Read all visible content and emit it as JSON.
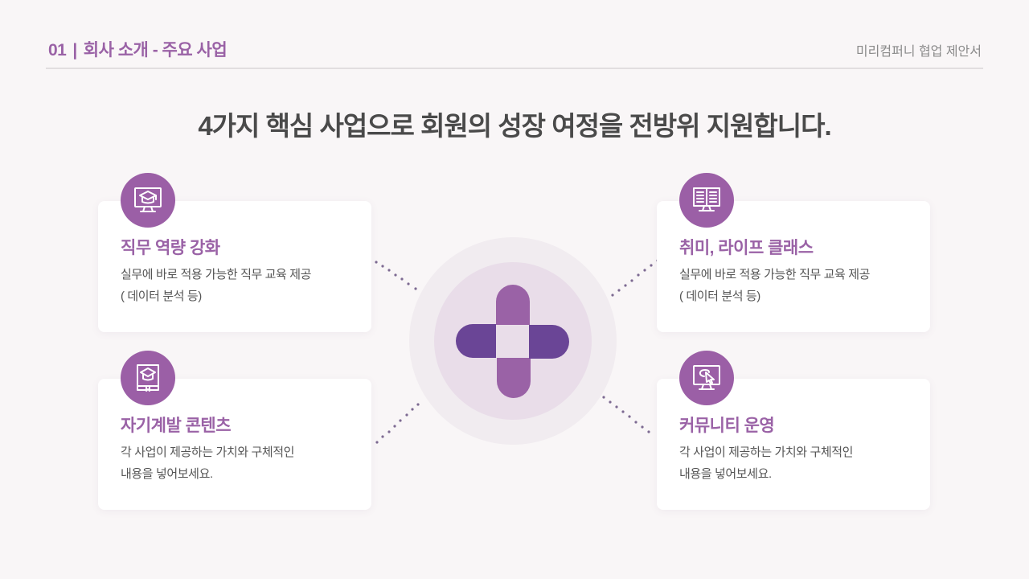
{
  "header": {
    "section_number": "01",
    "separator": "|",
    "section_title": "회사 소개 - 주요 사업",
    "document_title": "미리컴퍼니 협업 제안서"
  },
  "headline": "4가지 핵심 사업으로 회원의 성장 여정을 전방위 지원합니다.",
  "colors": {
    "accent": "#9a62a6",
    "accent_dark": "#6a4596",
    "accent_mid": "#9b5fa6",
    "background": "#f9f6f7",
    "card": "#ffffff",
    "hub_outer": "#f1ecf0",
    "hub_inner": "#e9dde9",
    "connector_dots": "#7d6a92"
  },
  "cards": [
    {
      "icon": "monitor-graduation-cap-icon",
      "title": "직무 역량 강화",
      "desc_lines": [
        "실무에 바로 적용 가능한 직무 교육 제공",
        "( 데이터 분석 등)"
      ]
    },
    {
      "icon": "open-book-monitor-icon",
      "title": "취미, 라이프 클래스",
      "desc_lines": [
        "실무에 바로 적용 가능한 직무 교육 제공",
        "( 데이터 분석 등)"
      ]
    },
    {
      "icon": "book-graduation-cap-icon",
      "title": "자기계발 콘텐츠",
      "desc_lines": [
        "각 사업이 제공하는 가치와 구체적인",
        "내용을 넣어보세요."
      ]
    },
    {
      "icon": "monitor-cursor-click-icon",
      "title": "커뮤니티 운영",
      "desc_lines": [
        "각 사업이 제공하는 가치와 구체적인",
        "내용을 넣어보세요."
      ]
    }
  ],
  "center_logo": "four-petal-cross-logo"
}
